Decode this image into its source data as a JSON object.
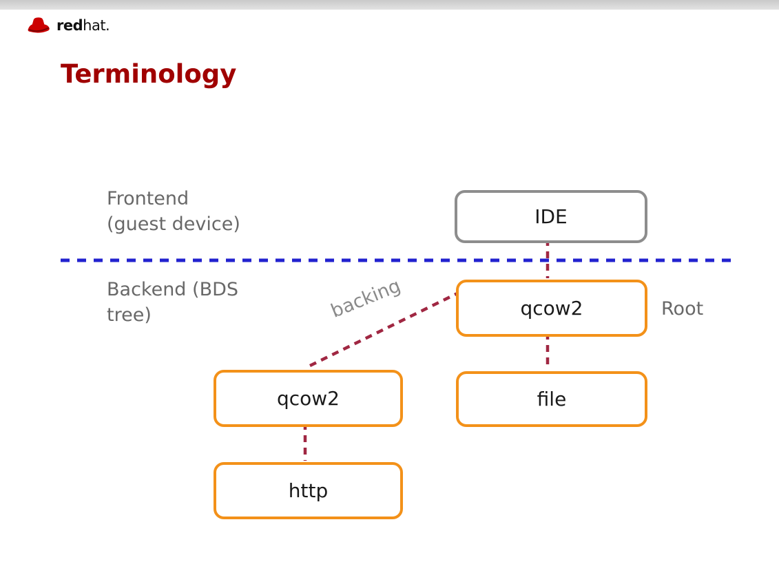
{
  "brand": {
    "logotype_bold": "red",
    "logotype_rest": "hat."
  },
  "title": "Terminology",
  "labels": {
    "frontend_line1": "Frontend",
    "frontend_line2": "(guest device)",
    "backend_line1": "Backend (BDS",
    "backend_line2": "tree)",
    "root": "Root",
    "backing": "backing"
  },
  "nodes": {
    "ide": "IDE",
    "root_qcow2": "qcow2",
    "backing_qcow2": "qcow2",
    "file": "file",
    "http": "http"
  },
  "colors": {
    "title_red": "#a00000",
    "orange_box_border": "#f39119",
    "gray_box_border": "#8d8d8d",
    "frontier_line_blue": "#2222cf",
    "connector_dark_red": "#a02742",
    "muted_label_gray": "#686868",
    "logo_red": "#cc0000"
  }
}
